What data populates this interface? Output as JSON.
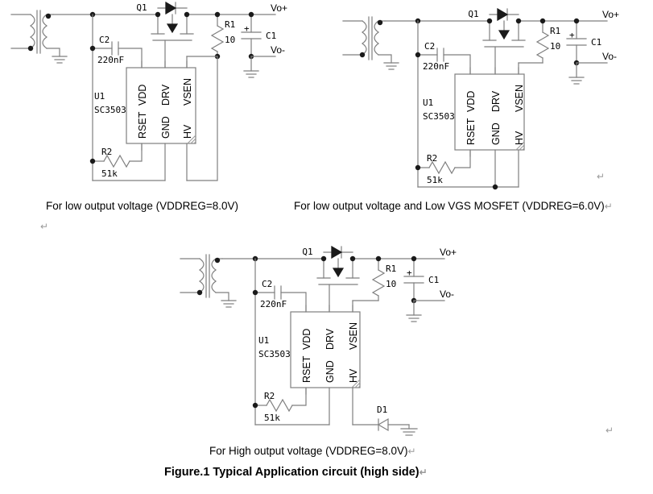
{
  "figure": {
    "title": "Figure.1 Typical Application circuit (high side)",
    "title_mark": "↵"
  },
  "paragraph_marks": {
    "mark": "↵"
  },
  "circuits": [
    {
      "id": "circuit-1",
      "caption": "For low output voltage (VDDREG=8.0V)",
      "caption_mark": "",
      "components": {
        "transformer": {
          "ref": "",
          "dot_primary": "bottom",
          "dot_secondary": "top"
        },
        "mosfet": {
          "ref": "Q1",
          "type": "n-channel-with-body-diode"
        },
        "r1": {
          "ref": "R1",
          "value": "10"
        },
        "c1": {
          "ref": "C1",
          "value": "",
          "polarity": "+"
        },
        "c2": {
          "ref": "C2",
          "value": "220nF"
        },
        "r2": {
          "ref": "R2",
          "value": "51k"
        },
        "u1": {
          "ref": "U1",
          "part": "SC3503",
          "pins_top": [
            "VDD",
            "DRV",
            "VSEN"
          ],
          "pins_bottom": [
            "RSET",
            "GND",
            "HV"
          ]
        },
        "out_pos": "Vo+",
        "out_neg": "Vo-"
      }
    },
    {
      "id": "circuit-2",
      "caption": "For low output voltage and Low VGS MOSFET (VDDREG=6.0V)",
      "caption_mark": "↵",
      "components": {
        "transformer": {
          "ref": "",
          "dot_primary": "bottom",
          "dot_secondary": "top"
        },
        "mosfet": {
          "ref": "Q1",
          "type": "n-channel-with-body-diode"
        },
        "r1": {
          "ref": "R1",
          "value": "10"
        },
        "c1": {
          "ref": "C1",
          "value": "",
          "polarity": "+"
        },
        "c2": {
          "ref": "C2",
          "value": "220nF"
        },
        "r2": {
          "ref": "R2",
          "value": "51k"
        },
        "u1": {
          "ref": "U1",
          "part": "SC3503",
          "pins_top": [
            "VDD",
            "DRV",
            "VSEN"
          ],
          "pins_bottom": [
            "RSET",
            "GND",
            "HV"
          ]
        },
        "out_pos": "Vo+",
        "out_neg": "Vo-"
      }
    },
    {
      "id": "circuit-3",
      "caption": "For High output voltage (VDDREG=8.0V)",
      "caption_mark": "↵",
      "components": {
        "transformer": {
          "ref": "",
          "dot_primary": "bottom",
          "dot_secondary": "top"
        },
        "mosfet": {
          "ref": "Q1",
          "type": "n-channel-with-body-diode"
        },
        "r1": {
          "ref": "R1",
          "value": "10"
        },
        "c1": {
          "ref": "C1",
          "value": "",
          "polarity": "+"
        },
        "c2": {
          "ref": "C2",
          "value": "220nF"
        },
        "r2": {
          "ref": "R2",
          "value": "51k"
        },
        "d1": {
          "ref": "D1"
        },
        "u1": {
          "ref": "U1",
          "part": "SC3503",
          "pins_top": [
            "VDD",
            "DRV",
            "VSEN"
          ],
          "pins_bottom": [
            "RSET",
            "GND",
            "HV"
          ]
        },
        "out_pos": "Vo+",
        "out_neg": "Vo-"
      }
    }
  ],
  "colors": {
    "wire": "#7f7f7f",
    "wire_dark": "#595959",
    "text": "#000000",
    "mark": "#9a9a9a",
    "node": "#1a1a1a"
  }
}
